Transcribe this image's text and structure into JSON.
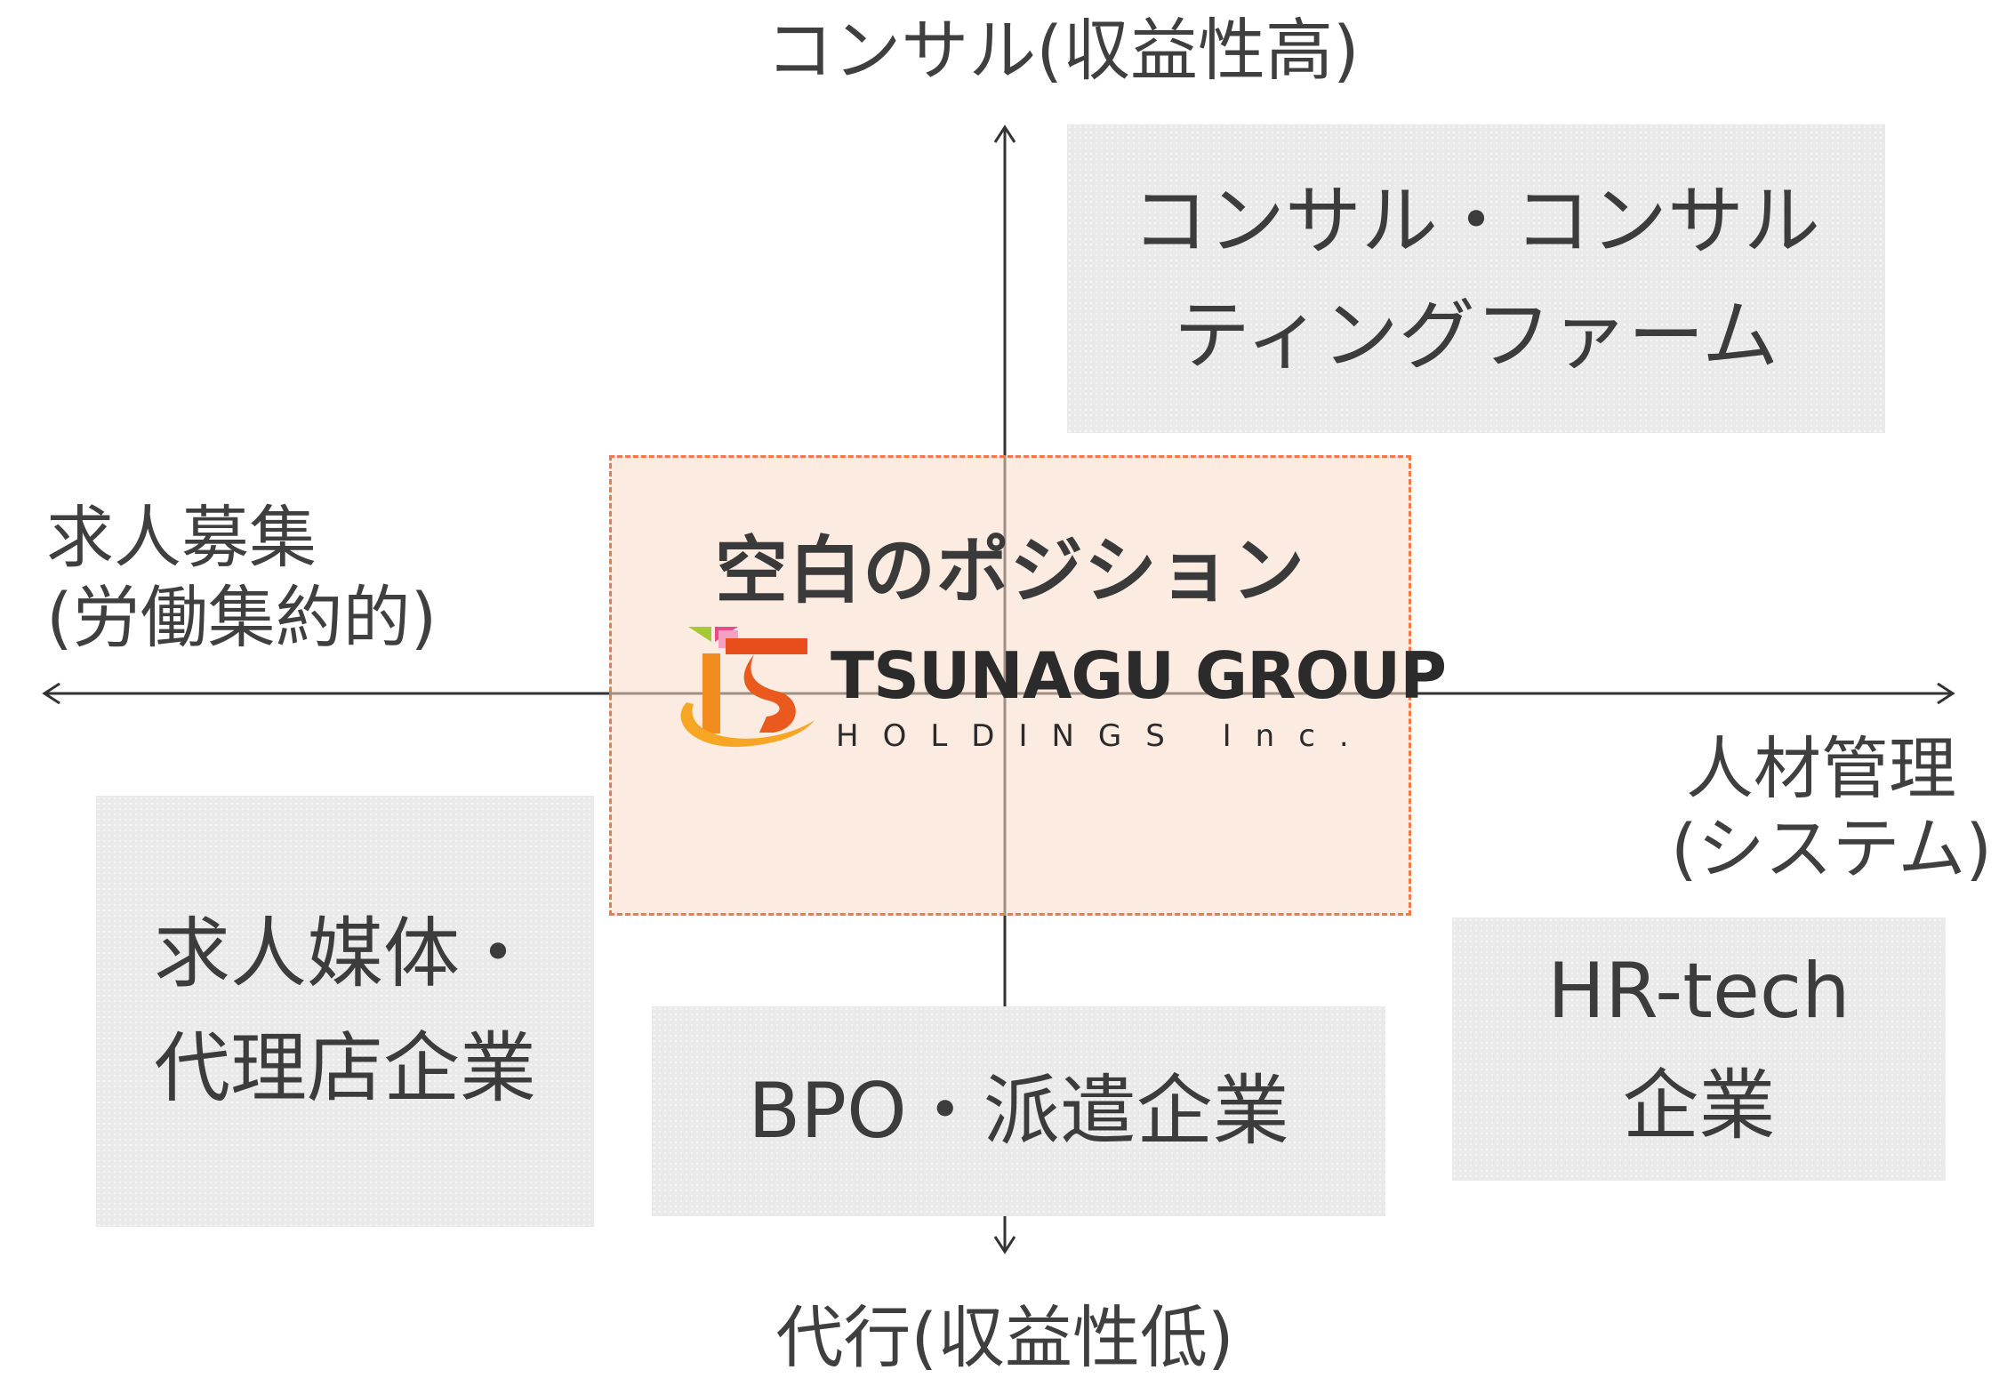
{
  "axis_labels": {
    "top": "コンサル(収益性高)",
    "bottom": "代行(収益性低)",
    "left_line1": "求人募集",
    "left_line2": "(労働集約的)",
    "right_line1": "人材管理",
    "right_line2": "(システム)"
  },
  "quadrants": {
    "consulting_line1": "コンサル・コンサル",
    "consulting_line2": "ティングファーム",
    "media_line1": "求人媒体・",
    "media_line2": "代理店企業",
    "bpo": "BPO・派遣企業",
    "hrtech_line1": "HR-tech",
    "hrtech_line2": "企業"
  },
  "center": {
    "title": "空白のポジション",
    "logo_name": "TSUNAGU GROUP",
    "logo_sub": "HOLDINGS Inc."
  },
  "colors": {
    "axis": "#333333",
    "box_fill": "#eaeaea",
    "highlight_border": "#ef7a45",
    "highlight_fill": "#f8dac6",
    "logo_accent": [
      "#f39c12",
      "#e84e1b",
      "#e94a8a",
      "#a6c93c"
    ]
  }
}
